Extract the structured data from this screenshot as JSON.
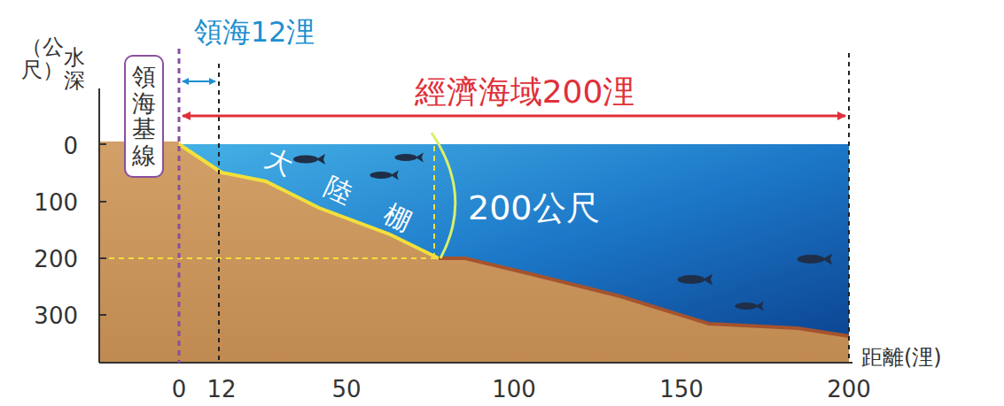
{
  "diagram": {
    "nodes": [
      {
        "text": [
          "領海基線"
        ]
      }
    ],
    "labels": [
      "領海12浬",
      "水深",
      "（公尺）",
      "經濟海域200浬",
      "0",
      "100",
      "200",
      "300",
      "大陸棚",
      "200公尺",
      "0",
      "12",
      "50",
      "100",
      "150",
      "200",
      "距離(浬)"
    ]
  }
}
